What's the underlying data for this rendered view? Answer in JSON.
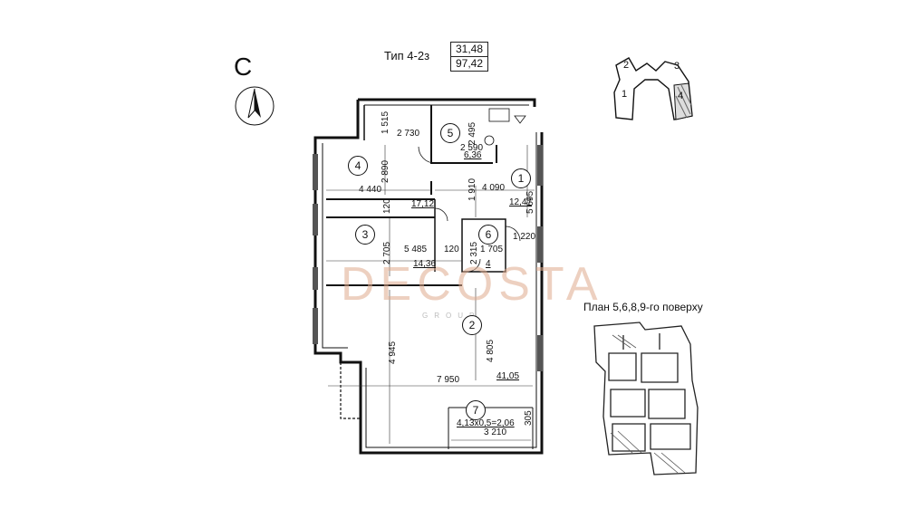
{
  "compass": {
    "letter": "С"
  },
  "type_label": "Тип 4-2з",
  "areas": {
    "total": "31,48",
    "living": "97,42"
  },
  "watermark": {
    "brand": "DECOSTA",
    "sub": "GROUP"
  },
  "floors_caption": "План 5,6,8,9-го поверху",
  "key_plan": {
    "sections": [
      "1",
      "2",
      "3",
      "4"
    ]
  },
  "rooms": {
    "r1": {
      "num": "1",
      "area": "12,47"
    },
    "r2": {
      "num": "2",
      "area": "41,05"
    },
    "r3": {
      "num": "3",
      "area": "14,36"
    },
    "r4": {
      "num": "4",
      "area": "17,12"
    },
    "r5": {
      "num": "5",
      "area": "6,36"
    },
    "r6": {
      "num": "6",
      "area": "4"
    },
    "r7": {
      "num": "7",
      "area": "4,13x0,5=2,06"
    }
  },
  "dimensions": {
    "d1515": "1 515",
    "d2730": "2 730",
    "d2495": "2 495",
    "d2590": "2 590",
    "d2890": "2 890",
    "d4440": "4 440",
    "d1910": "1 910",
    "d4090": "4 090",
    "d5695": "5 695",
    "d120a": "120",
    "d2705": "2 705",
    "d5485": "5 485",
    "d120b": "120",
    "d2315": "2 315",
    "d1705": "1 705",
    "d1220": "1 220",
    "d4945": "4 945",
    "d4805": "4 805",
    "d7950": "7 950",
    "d305": "305",
    "d3210": "3 210"
  }
}
